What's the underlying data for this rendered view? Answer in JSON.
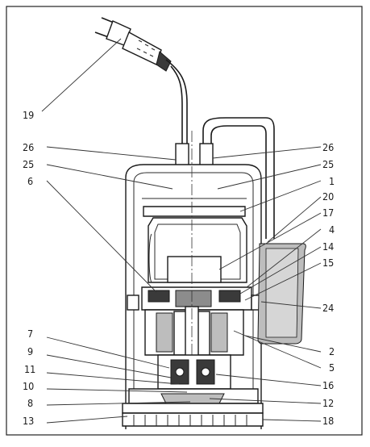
{
  "diagram": {
    "callouts_left": [
      "19",
      "26",
      "25",
      "6",
      "7",
      "9",
      "11",
      "10",
      "8",
      "13"
    ],
    "callouts_right": [
      "26",
      "25",
      "1",
      "20",
      "17",
      "4",
      "14",
      "15",
      "24",
      "2",
      "5",
      "16",
      "12",
      "18"
    ]
  },
  "colors": {
    "line": "#1a1a1a",
    "fill_grey": "#8c8c8c",
    "fill_light_grey": "#bdbdbd",
    "background": "#ffffff"
  }
}
